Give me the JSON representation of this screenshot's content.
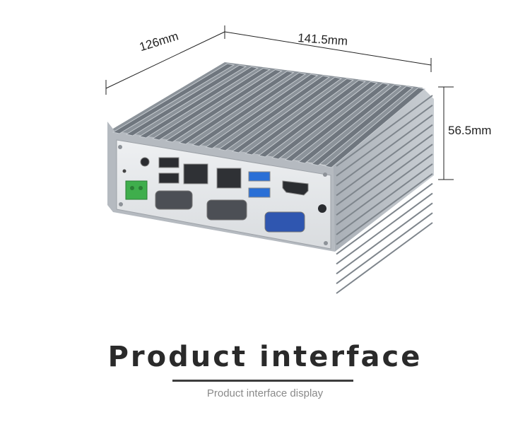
{
  "dimensions": {
    "depth": "126mm",
    "width": "141.5mm",
    "height": "56.5mm"
  },
  "heading": {
    "title": "Product interface",
    "subtitle": "Product interface display"
  },
  "colors": {
    "chassis": "#b9bec4",
    "fins": "#7c838b",
    "panel": "#e6e8ea",
    "terminal": "#3fae4c",
    "serial_port": "#4c4f55",
    "vga_port": "#2f56b0",
    "usb3": "#2a6fd6"
  }
}
